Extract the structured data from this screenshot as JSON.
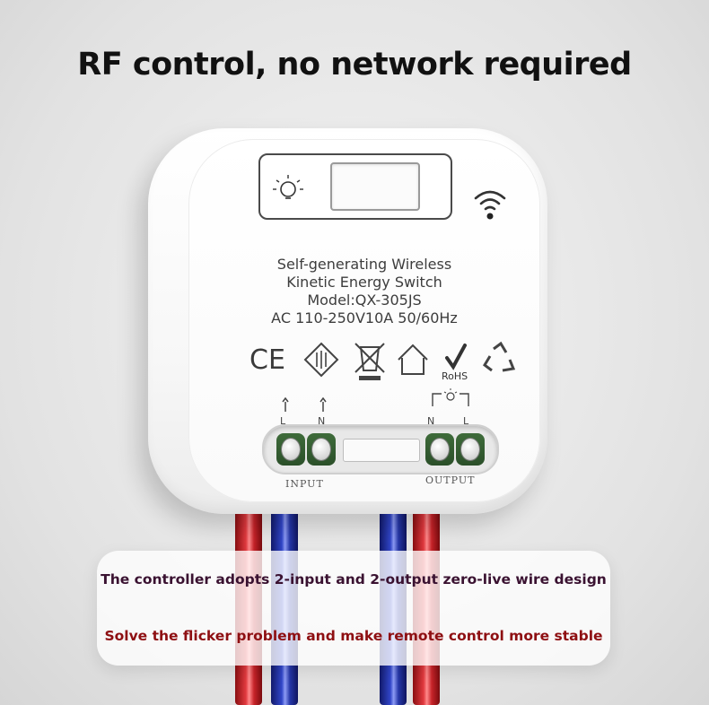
{
  "headline": "RF control, no network required",
  "device": {
    "label_lines": [
      "Self-generating Wireless",
      "Kinetic Energy Switch",
      "Model:QX-305JS",
      "AC 110-250V10A 50/60Hz"
    ],
    "cert_marks": {
      "ce": "CE",
      "rohs": "RoHS"
    },
    "terminals": {
      "input_left": "L",
      "input_right": "N",
      "output_left": "N",
      "output_right": "L",
      "input_label": "INPUT",
      "output_label": "OUTPUT"
    },
    "icons": [
      "bulb-icon",
      "wifi-icon",
      "ce-icon",
      "double-insulation-icon",
      "weee-bin-icon",
      "indoor-use-icon",
      "rohs-icon",
      "recycle-icon"
    ]
  },
  "info": {
    "line1": "The controller adopts 2-input and 2-output zero-live wire design",
    "line2": "Solve the flicker problem and make remote control more stable"
  },
  "colors": {
    "headline": "#111111",
    "info_line1": "#3a1231",
    "info_line2": "#8e0f12",
    "wire_red": "#d62a30",
    "wire_blue": "#2f43c4",
    "terminal_green": "#2f5a2c"
  }
}
